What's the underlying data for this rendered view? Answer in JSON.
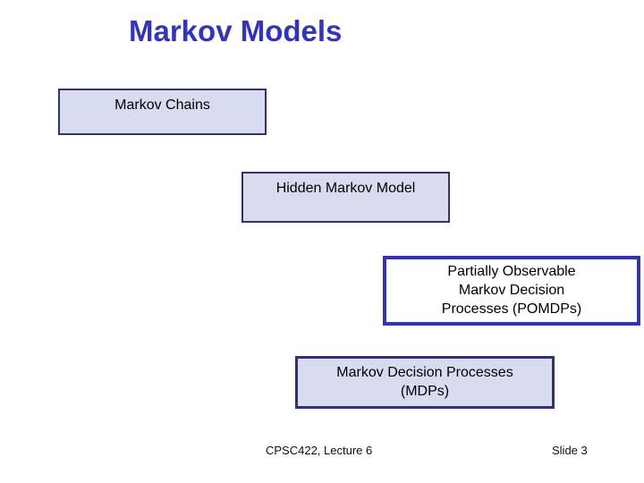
{
  "slide": {
    "title": "Markov Models",
    "boxes": [
      {
        "id": "markov-chains",
        "text": "Markov Chains"
      },
      {
        "id": "hidden-markov-model",
        "text": "Hidden Markov Model"
      },
      {
        "id": "pomdp",
        "text": "Partially Observable\nMarkov Decision\nProcesses (POMDPs)"
      },
      {
        "id": "mdp",
        "text": "Markov Decision Processes\n(MDPs)"
      }
    ],
    "footer": {
      "course": "CPSC422, Lecture 6",
      "slide_number": "Slide 3"
    },
    "colors": {
      "title_text": "#3333bb",
      "box_fill": "#d9dbf0",
      "box_border": "#333366",
      "highlight_box_border": "#3333aa",
      "highlight_box_fill": "#ffffff",
      "body_text": "#000000"
    }
  }
}
